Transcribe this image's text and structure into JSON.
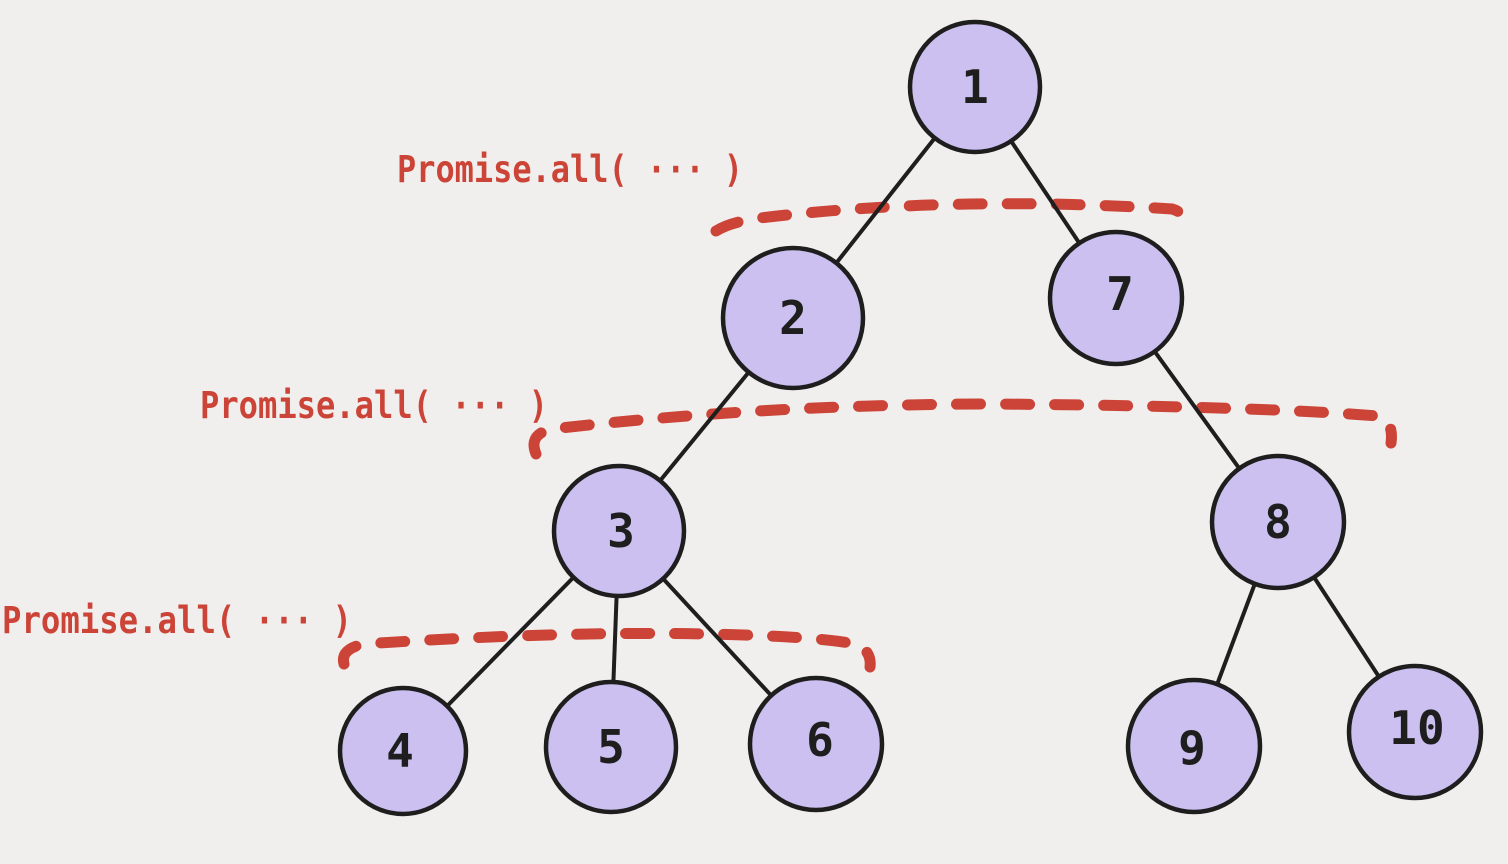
{
  "diagram": {
    "type": "tree",
    "description": "Binary/level tree of numbered nodes with red dashed lines marking sibling groups wrapped in Promise.all"
  },
  "tree": {
    "nodes": [
      {
        "label": "1"
      },
      {
        "label": "2"
      },
      {
        "label": "3"
      },
      {
        "label": "4"
      },
      {
        "label": "5"
      },
      {
        "label": "6"
      },
      {
        "label": "7"
      },
      {
        "label": "8"
      },
      {
        "label": "9"
      },
      {
        "label": "10"
      }
    ],
    "edges": [
      "1-2",
      "1-7",
      "2-3",
      "7-8",
      "3-4",
      "3-5",
      "3-6",
      "8-9",
      "8-10"
    ]
  },
  "annotations": [
    {
      "text": "Promise.all( ··· )"
    },
    {
      "text": "Promise.all( ··· )"
    },
    {
      "text": "Promise.all( ··· )"
    }
  ],
  "colors": {
    "background": "#f0efed",
    "node_fill": "#cbc0f0",
    "node_stroke": "#1e1e1e",
    "edge": "#1e1e1e",
    "annotation_red": "#cc4437",
    "node_text": "#1e1e1e"
  }
}
